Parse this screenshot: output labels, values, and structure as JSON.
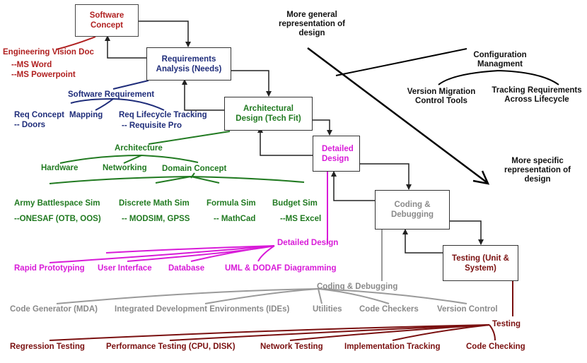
{
  "colors": {
    "software": "#b02020",
    "requirements": "#1f2d7a",
    "architecture": "#217a21",
    "detailed": "#d81bd8",
    "coding": "#8a8a8a",
    "testing": "#7a1010",
    "annotation": "#111111"
  },
  "boxes": {
    "software_concept": "Software Concept",
    "requirements_analysis": "Requirements Analysis (Needs)",
    "architectural_design": "Architectural Design (Tech Fit)",
    "detailed_design": "Detailed Design",
    "coding_debugging": "Coding & Debugging",
    "testing": "Testing (Unit & System)"
  },
  "software": {
    "heading": "Engineering Vision Doc",
    "items": [
      "--MS Word",
      "--MS Powerpoint"
    ]
  },
  "requirements": {
    "heading": "Software Requirement",
    "req_concept": "Req Concept",
    "doors": "-- Doors",
    "mapping": "Mapping",
    "lifecycle": "Req Lifecycle Tracking",
    "requisite": "-- Requisite Pro"
  },
  "architecture": {
    "heading": "Architecture",
    "hardware": "Hardware",
    "networking": "Networking",
    "domain": "Domain Concept",
    "army": "Army Battlespace Sim",
    "discrete": "Discrete Math Sim",
    "formula": "Formula Sim",
    "budget": "Budget Sim",
    "onesaf": "--ONESAF (OTB, OOS)",
    "modsim": "-- MODSIM, GPSS",
    "mathcad": "-- MathCad",
    "excel": "--MS Excel"
  },
  "detailed": {
    "heading": "Detailed Design",
    "items": [
      "Rapid Prototyping",
      "User Interface",
      "Database",
      "UML & DODAF",
      "Diagramming"
    ]
  },
  "coding": {
    "heading": "Coding & Debugging",
    "items": [
      "Code Generator (MDA)",
      "Integrated Development Environments (IDEs)",
      "Utilities",
      "Code Checkers",
      "Version Control"
    ]
  },
  "testing": {
    "heading": "Testing",
    "items": [
      "Regression Testing",
      "Performance Testing (CPU, DISK)",
      "Network Testing",
      "Implementation Tracking",
      "Code Checking"
    ]
  },
  "annotations": {
    "general": "More general representation of design",
    "specific": "More specific representation of design",
    "config": "Configuration Managment",
    "version": "Version Migration Control Tools",
    "tracking": "Tracking Requirements Across Lifecycle"
  }
}
